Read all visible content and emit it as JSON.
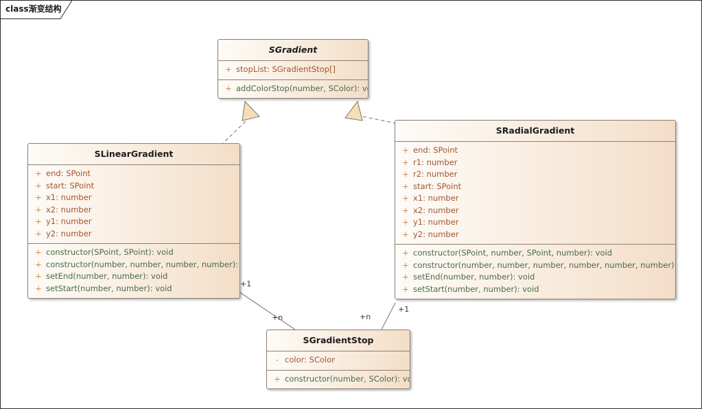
{
  "diagram": {
    "tab_label": "class渐变结构",
    "background": "#ffffff",
    "border_color": "#2b2b2b"
  },
  "palette": {
    "class_border": "#8a7f72",
    "fill_light": "#fdfbf8",
    "fill_dark": "#f3ddc8",
    "attribute_color": "#a0562f",
    "operation_color": "#4a6b46",
    "visibility_color": "#c98a4b",
    "name_color": "#1c1c1c",
    "link_color": "#8c8078",
    "multiplicity_color": "#2e3a52"
  },
  "classes": {
    "sgradient": {
      "name": "SGradient",
      "abstract": true,
      "attributes": [
        {
          "visibility": "+",
          "text": "stopList: SGradientStop[]"
        }
      ],
      "operations": [
        {
          "visibility": "+",
          "text": "addColorStop(number, SColor): void"
        }
      ]
    },
    "slineargradient": {
      "name": "SLinearGradient",
      "abstract": false,
      "attributes": [
        {
          "visibility": "+",
          "text": "end: SPoint"
        },
        {
          "visibility": "+",
          "text": "start: SPoint"
        },
        {
          "visibility": "+",
          "text": "x1: number"
        },
        {
          "visibility": "+",
          "text": "x2: number"
        },
        {
          "visibility": "+",
          "text": "y1: number"
        },
        {
          "visibility": "+",
          "text": "y2: number"
        }
      ],
      "operations": [
        {
          "visibility": "+",
          "text": "constructor(SPoint, SPoint): void"
        },
        {
          "visibility": "+",
          "text": "constructor(number, number, number, number): void"
        },
        {
          "visibility": "+",
          "text": "setEnd(number, number): void"
        },
        {
          "visibility": "+",
          "text": "setStart(number, number): void"
        }
      ]
    },
    "sradialgradient": {
      "name": "SRadialGradient",
      "abstract": false,
      "attributes": [
        {
          "visibility": "+",
          "text": "end: SPoint"
        },
        {
          "visibility": "+",
          "text": "r1: number"
        },
        {
          "visibility": "+",
          "text": "r2: number"
        },
        {
          "visibility": "+",
          "text": "start: SPoint"
        },
        {
          "visibility": "+",
          "text": "x1: number"
        },
        {
          "visibility": "+",
          "text": "x2: number"
        },
        {
          "visibility": "+",
          "text": "y1: number"
        },
        {
          "visibility": "+",
          "text": "y2: number"
        }
      ],
      "operations": [
        {
          "visibility": "+",
          "text": "constructor(SPoint, number, SPoint, number): void"
        },
        {
          "visibility": "+",
          "text": "constructor(number, number, number, number, number, number): void"
        },
        {
          "visibility": "+",
          "text": "setEnd(number, number): void"
        },
        {
          "visibility": "+",
          "text": "setStart(number, number): void"
        }
      ]
    },
    "sgradientstop": {
      "name": "SGradientStop",
      "abstract": false,
      "attributes": [
        {
          "visibility": "-",
          "text": "color: SColor"
        }
      ],
      "operations": [
        {
          "visibility": "+",
          "text": "constructor(number, SColor): void"
        }
      ]
    }
  },
  "relationships": [
    {
      "kind": "realization",
      "from": "SLinearGradient",
      "to": "SGradient",
      "line": "dashed",
      "arrow": "hollow-triangle"
    },
    {
      "kind": "realization",
      "from": "SRadialGradient",
      "to": "SGradient",
      "line": "dashed",
      "arrow": "hollow-triangle"
    },
    {
      "kind": "association",
      "from": "SLinearGradient",
      "to": "SGradientStop",
      "line": "solid",
      "source_multiplicity": "+1",
      "target_multiplicity": "+n"
    },
    {
      "kind": "association",
      "from": "SRadialGradient",
      "to": "SGradientStop",
      "line": "solid",
      "source_multiplicity": "+1",
      "target_multiplicity": "+n"
    }
  ],
  "multiplicity_labels": {
    "linear_one": "+1",
    "linear_many": "+n",
    "radial_one": "+1",
    "radial_many": "+n"
  }
}
